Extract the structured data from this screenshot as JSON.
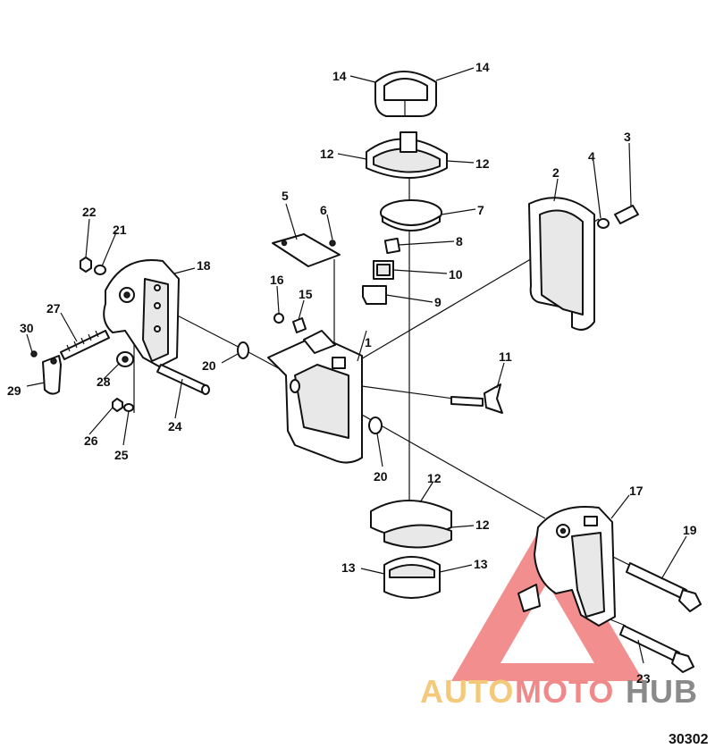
{
  "callouts": [
    "1",
    "2",
    "3",
    "4",
    "5",
    "6",
    "7",
    "8",
    "9",
    "10",
    "11",
    "12",
    "12",
    "12",
    "12",
    "13",
    "13",
    "14",
    "14",
    "15",
    "16",
    "17",
    "18",
    "19",
    "20",
    "20",
    "21",
    "22",
    "23",
    "24",
    "25",
    "26",
    "27",
    "28",
    "29",
    "30"
  ],
  "watermark": {
    "auto": "AUTO",
    "moto": "MOTO",
    "hub": "HUB",
    "color_auto": "#f5c97a",
    "color_moto": "#f08a8a",
    "color_hub": "#8a8a8a",
    "icon": "warning-triangle-logo"
  },
  "figure_code": "30302"
}
